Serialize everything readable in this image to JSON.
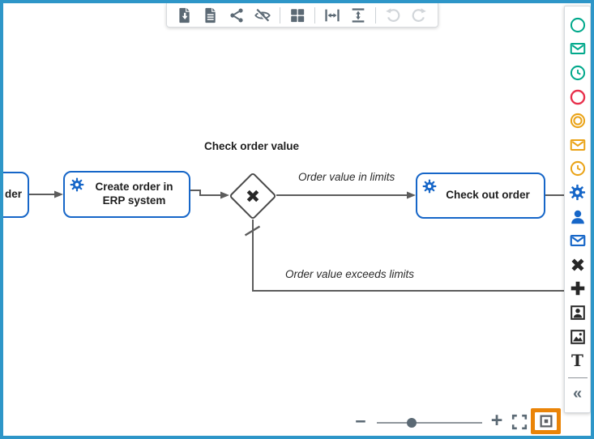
{
  "colors": {
    "frame_border": "#2e96c8",
    "accent_blue": "#1666c8",
    "teal": "#00a88b",
    "red": "#e8304c",
    "orange": "#eaa317",
    "highlight_orange": "#ea8408",
    "line_gray": "#5c5c5c",
    "toolbar_icon_gray": "#5b6974",
    "disabled_icon_gray": "#d2d6da",
    "dark_icon": "#272727"
  },
  "toolbar": {
    "icons": [
      {
        "name": "download-file",
        "enabled": true
      },
      {
        "name": "document",
        "enabled": true
      },
      {
        "name": "share",
        "enabled": true
      },
      {
        "name": "hide-visibility",
        "enabled": true
      },
      {
        "name": "grid-layout",
        "enabled": true
      },
      {
        "name": "distribute-horizontal",
        "enabled": true
      },
      {
        "name": "distribute-vertical",
        "enabled": true
      },
      {
        "name": "undo",
        "enabled": false
      },
      {
        "name": "redo",
        "enabled": false
      }
    ]
  },
  "palette": {
    "items": [
      "start-event",
      "message-start-event",
      "timer-start-event",
      "end-event",
      "intermediate-event",
      "message-intermediate-event",
      "timer-intermediate-event",
      "service-task",
      "user-task",
      "send-task",
      "exclusive-gateway",
      "parallel-gateway",
      "user-image",
      "image",
      "text-annotation",
      "collapse-palette"
    ],
    "text_tool_glyph": "T",
    "collapse_glyph": "«"
  },
  "diagram": {
    "partial_task_label": "der",
    "erp_task_label": "Create order in ERP system",
    "checkout_task_label": "Check out order",
    "gateway_label": "Check order value",
    "flow_in_limits_label": "Order value in limits",
    "flow_exceeds_label": "Order value exceeds limits"
  },
  "zoom_controls": {
    "zoom_out_glyph": "−",
    "zoom_in_glyph": "+",
    "slider_position_pct": 33
  }
}
